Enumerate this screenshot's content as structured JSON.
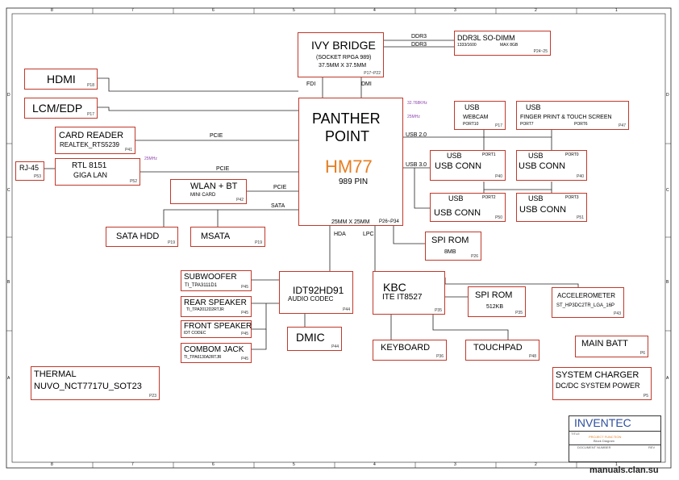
{
  "border": {
    "cols": [
      "8",
      "7",
      "6",
      "5",
      "4",
      "3",
      "2",
      "1"
    ],
    "rows": [
      "D",
      "C",
      "B",
      "A"
    ]
  },
  "blocks": {
    "ivy": {
      "title": "IVY BRIDGE",
      "sub1": "(SOCKET RPGA 989)",
      "sub2": "37.5MM X 37.5MM",
      "page": "P17~P22",
      "fdi": "FDI",
      "dmi": "DMI"
    },
    "ddr": {
      "title": "DDR3L SO-DIMM",
      "speed": "1333/1600",
      "max": "MAX  8GB",
      "page": "P24~25",
      "bus1": "DDR3",
      "bus2": "DDR3"
    },
    "hdmi": {
      "title": "HDMI",
      "page": "P18"
    },
    "lcm": {
      "title": "LCM/EDP",
      "page": "P17"
    },
    "card": {
      "title": "CARD READER",
      "sub": "REALTEK_RTS5239",
      "page": "P41"
    },
    "rj45": {
      "title": "RJ-45",
      "page": "P53"
    },
    "rtl": {
      "title": "RTL 8151",
      "sub": "GIGA LAN",
      "page": "P52",
      "clk": "25MHz"
    },
    "wlan": {
      "title": "WLAN + BT",
      "sub": "MINI CARD",
      "page": "P42"
    },
    "satahdd": {
      "title": "SATA HDD",
      "page": "P19"
    },
    "msata": {
      "title": "MSATA",
      "page": "P19"
    },
    "pch": {
      "title1": "PANTHER",
      "title2": "POINT",
      "model": "HM77",
      "pins": "989 PIN",
      "size": "25MM X 25MM",
      "page": "P26~P34",
      "clk1": "32.768KHz",
      "clk2": "25MHz",
      "usb2": "USB 2.0",
      "usb3": "USB 3.0",
      "hda": "HDA",
      "lpc": "LPC"
    },
    "buses": {
      "pcie1": "PCIE",
      "pcie2": "PCIE",
      "pcie3": "PCIE",
      "sata": "SATA"
    },
    "webcam": {
      "title": "USB",
      "sub": "WEBCAM",
      "port": "PORT10",
      "page": "P17"
    },
    "finger": {
      "title": "USB",
      "sub": "FINGER PRINT & TOUCH SCREEN",
      "port1": "PORT7",
      "port2": "PORT6",
      "page": "P47"
    },
    "usbc1": {
      "usb": "USB",
      "port": "PORT1",
      "title": "USB CONN",
      "page": "P40"
    },
    "usbc0": {
      "usb": "USB",
      "port": "PORT0",
      "title": "USB CONN",
      "page": "P40"
    },
    "usbc2": {
      "usb": "USB",
      "port": "PORT2",
      "title": "USB CONN",
      "page": "P50"
    },
    "usbc3": {
      "usb": "USB",
      "port": "PORT3",
      "title": "USB CONN",
      "page": "P51"
    },
    "spirom1": {
      "title": "SPI ROM",
      "sub": "8MB",
      "page": "P26"
    },
    "codec": {
      "title": "IDT92HD91",
      "sub": "AUDIO CODEC",
      "page": "P44"
    },
    "sub": {
      "title": "SUBWOOFER",
      "sub": "TI_TPA3111D1",
      "page": "P45"
    },
    "rear": {
      "title": "REAR SPEAKER",
      "sub": "TI_TPA2012D2RTJR",
      "page": "P45"
    },
    "front": {
      "title": "FRONT SPEAKER",
      "sub": "IDT CODEC",
      "page": "P45"
    },
    "combo": {
      "title": "COMBOM JACK",
      "sub": "TI_TPA6130A2RTJR",
      "page": "P45"
    },
    "dmic": {
      "title": "DMIC",
      "page": "P44"
    },
    "kbc": {
      "title": "KBC",
      "sub": "ITE IT8527",
      "page": "P35"
    },
    "spirom2": {
      "title": "SPI ROM",
      "sub": "512KB",
      "page": "P35"
    },
    "accel": {
      "title": "ACCELEROMETER",
      "sub": "ST_HP3DC2TR_LGA_16P",
      "page": "P43"
    },
    "keyboard": {
      "title": "KEYBOARD",
      "page": "P36"
    },
    "touchpad": {
      "title": "TOUCHPAD",
      "page": "P48"
    },
    "mainbatt": {
      "title": "MAIN BATT",
      "page": "P6"
    },
    "charger": {
      "title": "SYSTEM CHARGER",
      "sub": "DC/DC SYSTEM POWER",
      "page": "P5"
    },
    "thermal": {
      "title": "THERMAL",
      "sub": "NUVO_NCT7717U_SOT23",
      "page": "P23"
    }
  },
  "titleblock": {
    "company": "INVENTEC",
    "title": "TITLE",
    "project": "PROJECT FUNCTION",
    "block": "Block Diagram",
    "docnum": "DOCUMENT NUMBER",
    "rev": "REV"
  },
  "watermark": "manuals.clan.su",
  "colors": {
    "block_border": "#c0392b",
    "model": "#e67e22",
    "company": "#2e4f9c"
  }
}
